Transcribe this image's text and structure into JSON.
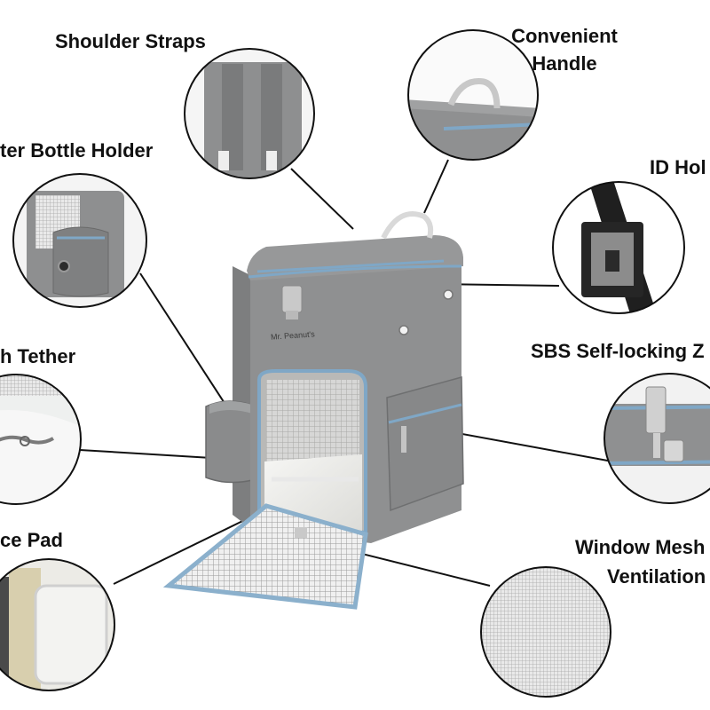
{
  "labels": {
    "shoulder_straps": "Shoulder Straps",
    "convenient_handle_line1": "Convenient",
    "convenient_handle_line2": "Handle",
    "water_bottle_holder": "ter Bottle Holder",
    "id_holder": "ID Hol",
    "leash_tether": "h Tether",
    "sbs_zipper": "SBS Self-locking Z",
    "fleece_pad": "ce Pad",
    "window_mesh_line1": "Window Mesh",
    "window_mesh_line2": "Ventilation"
  },
  "brand": {
    "logo_text": "Mr. Peanut's"
  },
  "colors": {
    "fabric": "#8f9091",
    "fabric_dark": "#6e6f70",
    "piping": "#7fa7c6",
    "outline": "#111111"
  }
}
